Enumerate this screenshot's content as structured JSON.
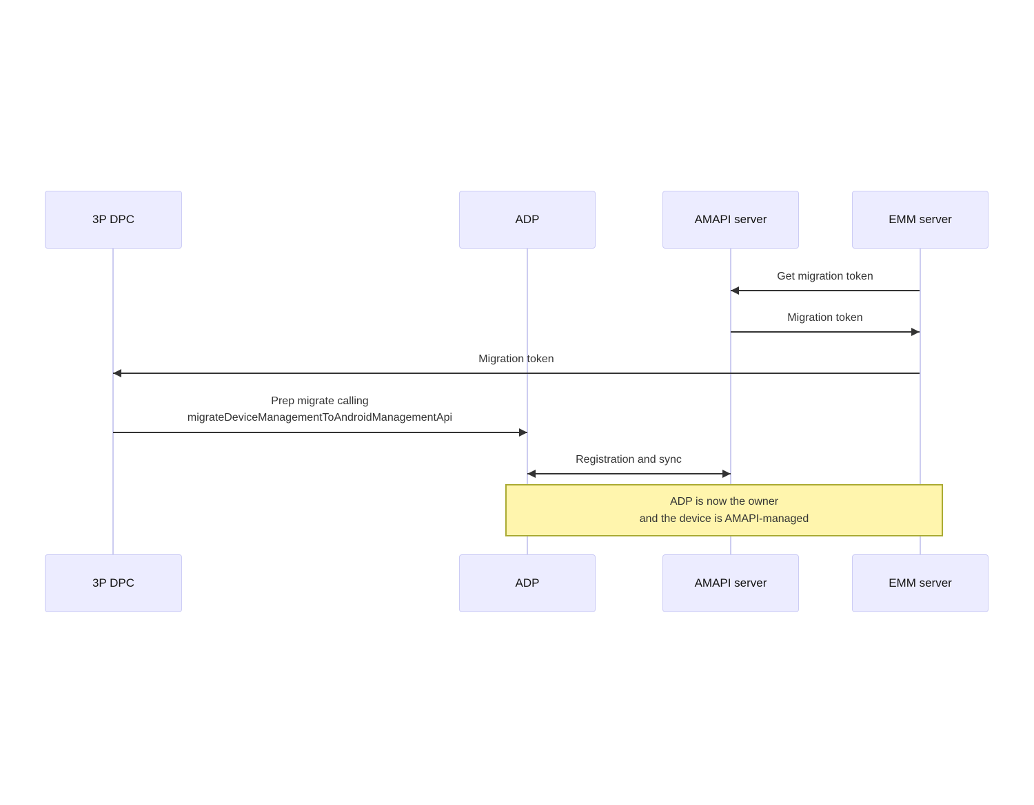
{
  "colors": {
    "background": "#ffffff",
    "actor_fill": "#ececff",
    "actor_border": "#ccccf5",
    "actor_text": "#131313",
    "lifeline": "#ccccf0",
    "arrow": "#333333",
    "label_text": "#333333",
    "note_fill": "#fff5ad",
    "note_border": "#aaaa33"
  },
  "actors": [
    {
      "label": "3P DPC"
    },
    {
      "label": "ADP"
    },
    {
      "label": "AMAPI server"
    },
    {
      "label": "EMM server"
    }
  ],
  "messages": [
    {
      "from": "EMM server",
      "to": "AMAPI server",
      "direction": "left",
      "lines": [
        "Get migration token"
      ]
    },
    {
      "from": "AMAPI server",
      "to": "EMM server",
      "direction": "right",
      "lines": [
        "Migration token"
      ]
    },
    {
      "from": "EMM server",
      "to": "3P DPC",
      "direction": "left",
      "lines": [
        "Migration token"
      ]
    },
    {
      "from": "3P DPC",
      "to": "ADP",
      "direction": "right",
      "lines": [
        "Prep migrate calling",
        "migrateDeviceManagementToAndroidManagementApi"
      ]
    },
    {
      "from": "ADP",
      "to": "AMAPI server",
      "direction": "both",
      "lines": [
        "Registration and sync"
      ]
    }
  ],
  "note": {
    "lines": [
      "ADP is now the owner",
      "and the device is AMAPI-managed"
    ]
  }
}
